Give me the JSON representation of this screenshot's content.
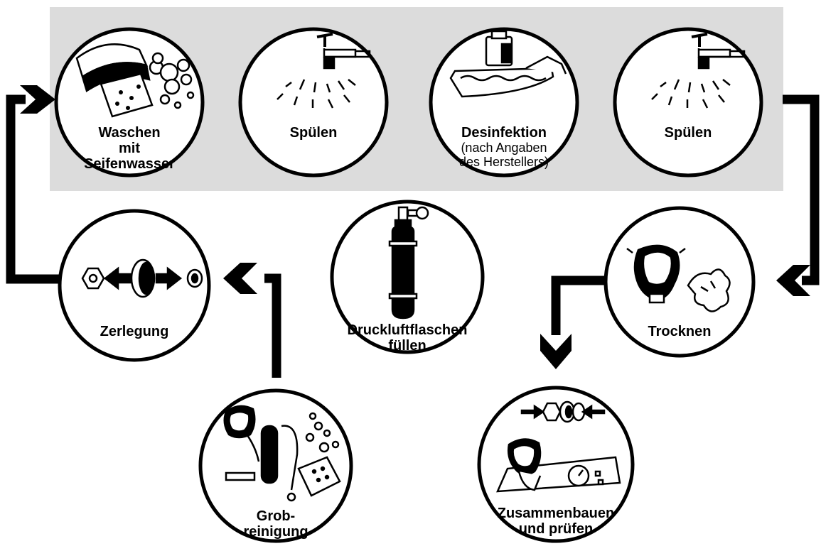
{
  "colors": {
    "ink": "#000000",
    "panel": "#dcdcdc",
    "paper": "#ffffff"
  },
  "steps": [
    {
      "id": "waschen",
      "icon": "brush-sponge-bubbles-icon",
      "lines": [
        "Waschen",
        "mit",
        "Seifenwasser"
      ]
    },
    {
      "id": "spuelen-1",
      "icon": "tap-water-spray-icon",
      "lines": [
        "Spülen"
      ]
    },
    {
      "id": "desinfektion",
      "icon": "disinfection-tray-icon",
      "lines": [
        "Desinfektion"
      ],
      "note_lines": [
        "(nach Angaben",
        "des Herstellers)"
      ]
    },
    {
      "id": "spuelen-2",
      "icon": "tap-water-spray-icon",
      "lines": [
        "Spülen"
      ]
    },
    {
      "id": "trocknen",
      "icon": "mask-and-cloth-icon",
      "lines": [
        "Trocknen"
      ]
    },
    {
      "id": "zusammenbauen",
      "icon": "assembly-test-bench-icon",
      "lines": [
        "Zusammenbauen",
        "und prüfen"
      ]
    },
    {
      "id": "druckluft",
      "icon": "compressed-air-cylinder-icon",
      "lines": [
        "Druckluftflaschen",
        "füllen"
      ]
    },
    {
      "id": "grobreinigung",
      "icon": "breathing-apparatus-icon",
      "lines": [
        "Grob-",
        "reinigung"
      ]
    },
    {
      "id": "zerlegung",
      "icon": "disassembly-parts-icon",
      "lines": [
        "Zerlegung"
      ]
    }
  ]
}
